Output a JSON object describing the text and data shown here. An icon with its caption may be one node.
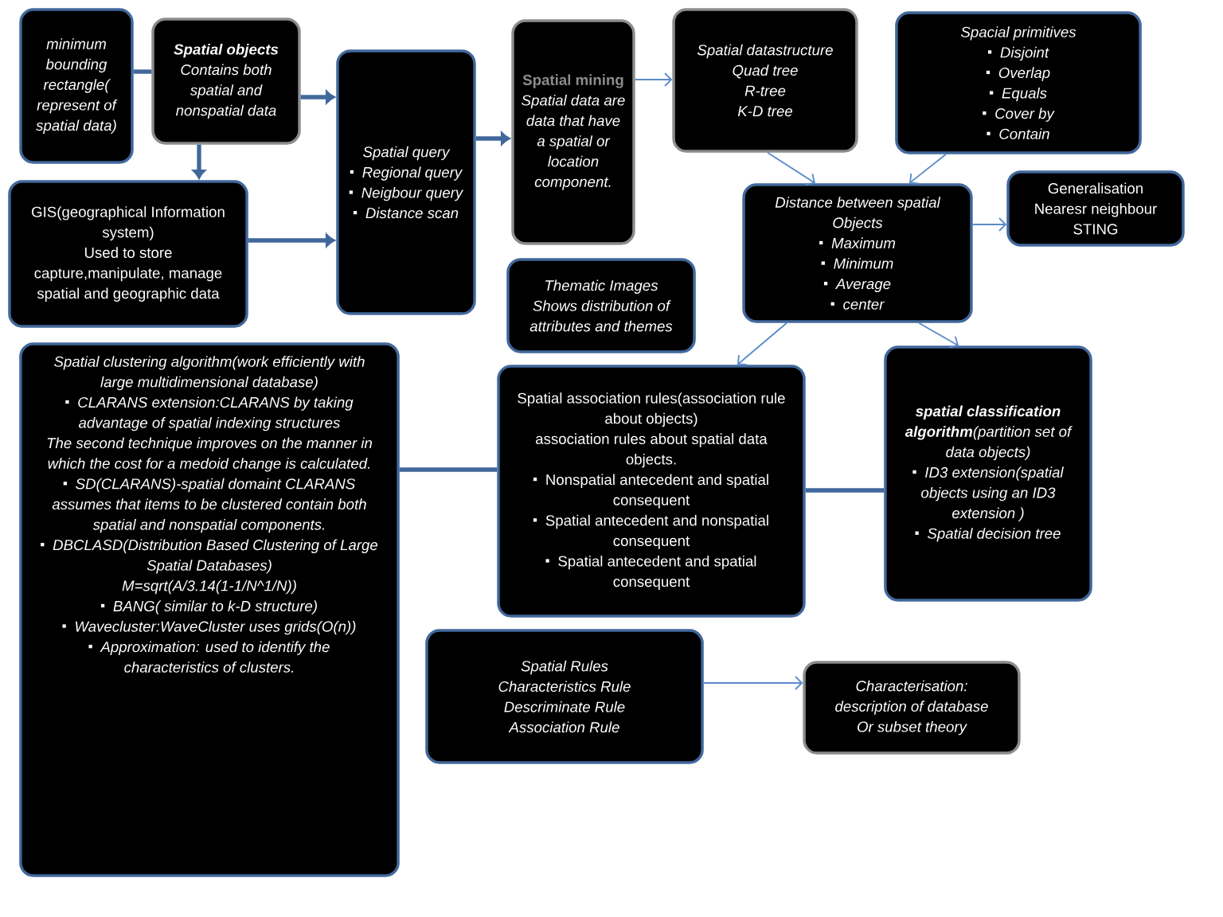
{
  "diagram": {
    "nodes": [
      {
        "text": [
          "minimum bounding rectangle( represent of spatial data)"
        ]
      },
      {
        "text": [
          "Spatial objects",
          "Contains both spatial and nonspatial data"
        ]
      },
      {
        "text": [
          "GIS(geographical Information system)",
          "Used to store capture,manipulate, manage spatial and geographic data"
        ]
      },
      {
        "text": [
          "Spatial query",
          "Regional query",
          "Neigbour query",
          "Distance scan"
        ]
      },
      {
        "text": [
          "Spatial mining",
          "Spatial data are data that have a spatial or location component."
        ]
      },
      {
        "text": [
          "Spatial datastructure",
          "Quad tree",
          "R-tree",
          "K-D tree"
        ]
      },
      {
        "text": [
          "Spacial primitives",
          "Disjoint",
          "Overlap",
          "Equals",
          "Cover by",
          "Contain"
        ]
      },
      {
        "text": [
          "Distance between spatial Objects",
          "Maximum",
          "Minimum",
          "Average",
          "center"
        ]
      },
      {
        "text": [
          "Generalisation",
          "Nearesr neighbour",
          "STING"
        ]
      },
      {
        "text": [
          "Thematic Images",
          "Shows distribution of attributes and themes"
        ]
      },
      {
        "text": [
          "Spatial clustering algorithm(work efficiently with large multidimensional database)",
          "CLARANS extension:CLARANS by taking advantage of spatial indexing structures",
          "The second technique improves on the manner in which the cost for a medoid change is calculated.",
          "SD(CLARANS)-spatial domaint CLARANS assumes that items to be clustered contain both spatial and nonspatial components.",
          "DBCLASD(Distribution Based Clustering of Large Spatial Databases)",
          "M=sqrt(A/3.14(1-1/N^1/N))",
          "BANG( similar to k-D structure)",
          "Wavecluster:WaveCluster uses grids(O(n))",
          "Approximation: used to identify the characteristics of clusters."
        ]
      },
      {
        "text": [
          "Spatial association rules(association rule about objects)",
          "association rules about spatial data objects.",
          "Nonspatial antecedent and spatial consequent",
          "Spatial antecedent and nonspatial consequent",
          "Spatial antecedent and spatial consequent"
        ]
      },
      {
        "text": [
          "**spatial classification algorithm**(partition set of data objects)",
          "ID3 extension(spatial objects using an ID3 extension )",
          "Spatial decision tree"
        ]
      },
      {
        "text": [
          "Spatial Rules",
          "Characteristics Rule",
          "Descriminate Rule",
          "Association Rule"
        ]
      },
      {
        "text": [
          "Characterisation:",
          "description of database",
          "Or subset theory"
        ]
      }
    ],
    "edges": [
      {
        "from": 0,
        "to": 1,
        "arrow": "none",
        "style": "thick",
        "color": "#41689c"
      },
      {
        "from": 1,
        "to": 2,
        "arrow": "to",
        "style": "thick",
        "color": "#41689c"
      },
      {
        "from": 1,
        "to": 3,
        "arrow": "to",
        "style": "thick",
        "color": "#41689c"
      },
      {
        "from": 2,
        "to": 3,
        "arrow": "to",
        "style": "thick",
        "color": "#41689c"
      },
      {
        "from": 3,
        "to": 4,
        "arrow": "to",
        "style": "thick",
        "color": "#41689c"
      },
      {
        "from": 4,
        "to": 5,
        "arrow": "to"
      },
      {
        "from": 5,
        "to": 7,
        "arrow": "to"
      },
      {
        "from": 6,
        "to": 7,
        "arrow": "to"
      },
      {
        "from": 7,
        "to": 8,
        "arrow": "to"
      },
      {
        "from": 7,
        "to": 11,
        "arrow": "to"
      },
      {
        "from": 7,
        "to": 12,
        "arrow": "to"
      },
      {
        "from": 10,
        "to": 11,
        "arrow": "none",
        "style": "thick",
        "color": "#41689c"
      },
      {
        "from": 11,
        "to": 12,
        "arrow": "none",
        "style": "thick",
        "color": "#41689c"
      },
      {
        "from": 13,
        "to": 14,
        "arrow": "to"
      }
    ]
  }
}
